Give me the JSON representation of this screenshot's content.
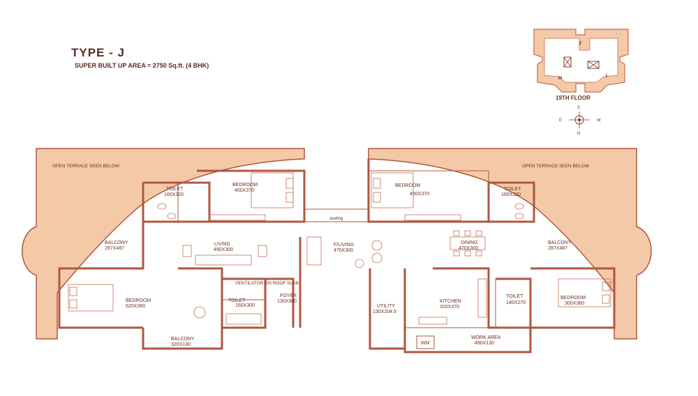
{
  "header": {
    "title": "TYPE - J",
    "subtitle": "SUPER BUILT UP AREA = 2750 Sq.ft. (4 BHK)"
  },
  "key_plan": {
    "floor_label": "19TH FLOOR",
    "wing_labels": [
      "J",
      "H",
      "I"
    ],
    "compass": {
      "north": "N",
      "south": "S",
      "east": "E",
      "west": "W"
    }
  },
  "rooms": {
    "terrace_left": "OPEN TERRACE SEEN BELOW",
    "terrace_right": "OPEN TERRACE SEEN BELOW",
    "toilet_1": {
      "name": "TOILET",
      "size": "160X320"
    },
    "bedroom_1": {
      "name": "BEDROOM",
      "size": "450X370"
    },
    "bedroom_2": {
      "name": "BEDROOM",
      "size": "450X370"
    },
    "toilet_2": {
      "name": "TOILET",
      "size": "160X320"
    },
    "seating": "seating",
    "balcony_left": {
      "name": "BALCONY",
      "size": "287X487"
    },
    "living": {
      "name": "LIVING",
      "size": "490X300"
    },
    "f_living": {
      "name": "F/LIVING",
      "size": "470X300"
    },
    "dining": {
      "name": "DINING",
      "size": "470X300"
    },
    "balcony_right": {
      "name": "BALCONY",
      "size": "287X487"
    },
    "bedroom_3": {
      "name": "BEDROOM",
      "size": "620X360"
    },
    "ventilator": "VENTILATOR ON ROOF SLAB",
    "toilet_3": {
      "name": "TOILET",
      "size": "160X300"
    },
    "foyer": {
      "name": "FOYER",
      "size": "130X300"
    },
    "utility": {
      "name": "UTILITY",
      "size": "130X204.5"
    },
    "kitchen": {
      "name": "KITCHEN",
      "size": "320X370"
    },
    "toilet_4": {
      "name": "TOILET",
      "size": "140X270"
    },
    "bedroom_4": {
      "name": "BEDROOM",
      "size": "300X360"
    },
    "balcony_bottom": {
      "name": "BALCONY",
      "size": "320X130"
    },
    "work_area": {
      "name": "WORK AREA",
      "size": "490X130"
    },
    "wm": "WM"
  },
  "colors": {
    "terrace_fill": "#f4c9a8",
    "wall": "#b0563e",
    "text": "#6b2f24"
  }
}
